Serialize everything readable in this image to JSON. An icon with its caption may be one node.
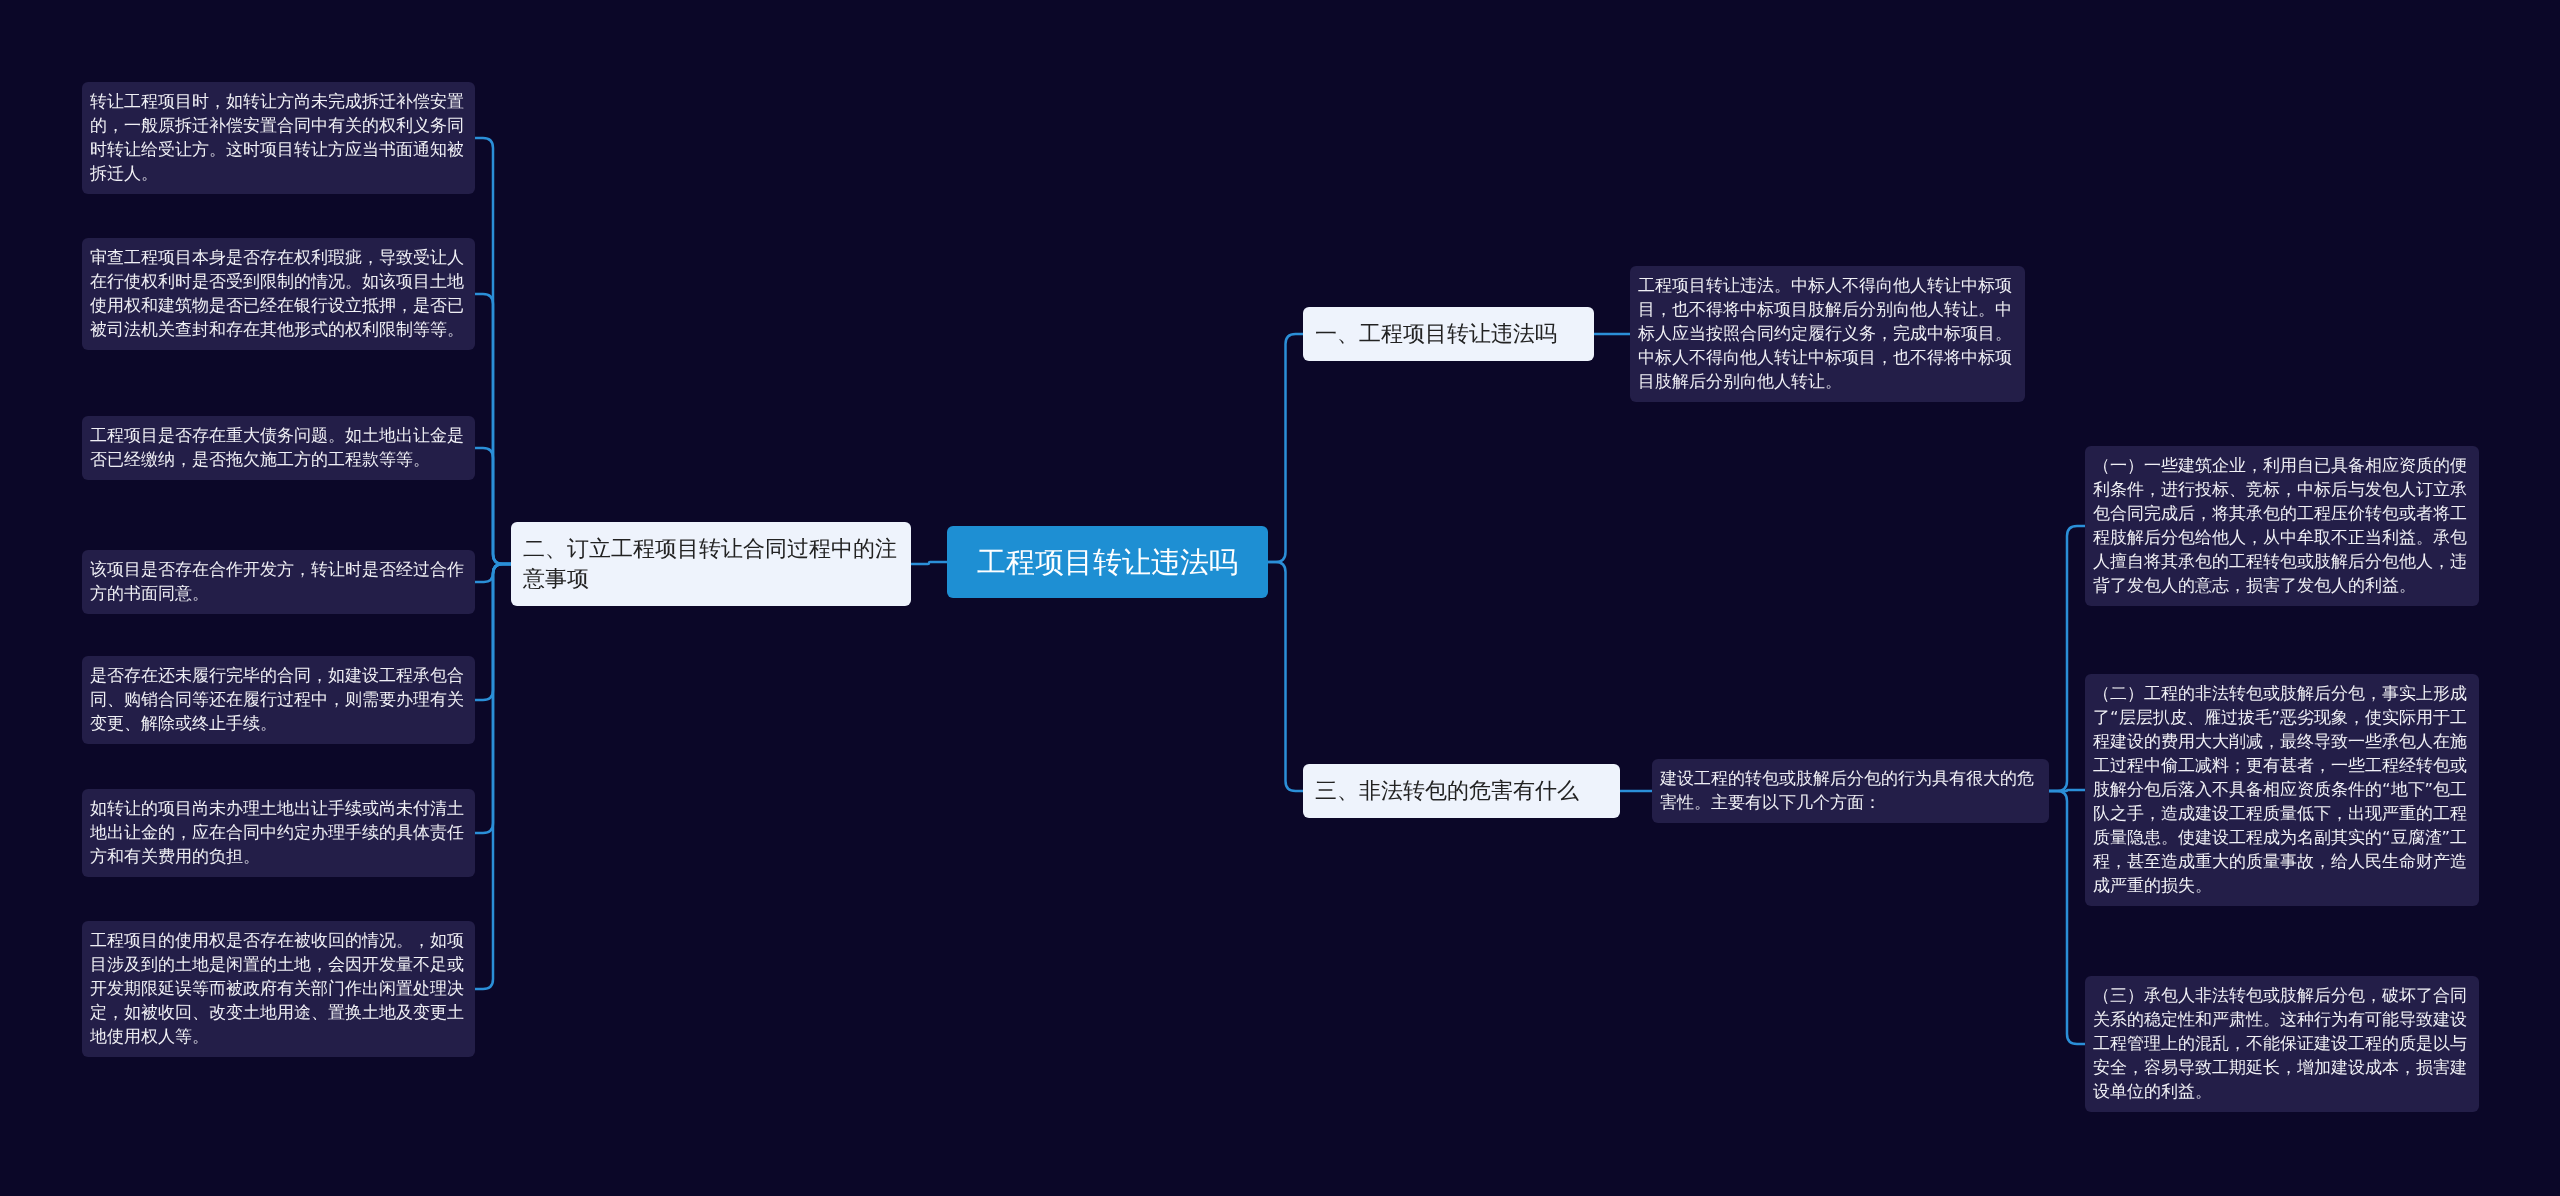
{
  "diagram": {
    "nodes": [
      {
        "text": [
          "工程项目转让违法吗"
        ]
      },
      {
        "text": [
          "一、工程项目转让违法吗"
        ]
      },
      {
        "text": [
          "工程项目转让违法。中标人不得向他人转让中标项目，也不得将中标项目肢解后分别向他人转让。中标人应当按照合同约定履行义务，完成中标项目。中标人不得向他人转让中标项目，也不得将中标项目肢解后分别向他人转让。"
        ]
      },
      {
        "text": [
          "二、订立工程项目转让合同过程中的注意事项"
        ]
      },
      {
        "text": [
          "转让工程项目时，如转让方尚未完成拆迁补偿安置的，一般原拆迁补偿安置合同中有关的权利义务同时转让给受让方。这时项目转让方应当书面通知被拆迁人。"
        ]
      },
      {
        "text": [
          "审查工程项目本身是否存在权利瑕疵，导致受让人在行使权利时是否受到限制的情况。如该项目土地使用权和建筑物是否已经在银行设立抵押，是否已被司法机关查封和存在其他形式的权利限制等等。"
        ]
      },
      {
        "text": [
          "工程项目是否存在重大债务问题。如土地出让金是否已经缴纳，是否拖欠施工方的工程款等等。"
        ]
      },
      {
        "text": [
          "该项目是否存在合作开发方，转让时是否经过合作方的书面同意。"
        ]
      },
      {
        "text": [
          "是否存在还未履行完毕的合同，如建设工程承包合同、购销合同等还在履行过程中，则需要办理有关变更、解除或终止手续。"
        ]
      },
      {
        "text": [
          "如转让的项目尚未办理土地出让手续或尚未付清土地出让金的，应在合同中约定办理手续的具体责任方和有关费用的负担。"
        ]
      },
      {
        "text": [
          "工程项目的使用权是否存在被收回的情况。，如项目涉及到的土地是闲置的土地，会因开发量不足或开发期限延误等而被政府有关部门作出闲置处理决定，如被收回、改变土地用途、置换土地及变更土地使用权人等。"
        ]
      },
      {
        "text": [
          "三、非法转包的危害有什么"
        ]
      },
      {
        "text": [
          "建设工程的转包或肢解后分包的行为具有很大的危害性。主要有以下几个方面："
        ]
      },
      {
        "text": [
          "（一）一些建筑企业，利用自已具备相应资质的便利条件，进行投标、竞标，中标后与发包人订立承包合同完成后，将其承包的工程压价转包或者将工程肢解后分包给他人，从中牟取不正当利益。承包人擅自将其承包的工程转包或肢解后分包他人，违背了发包人的意志，损害了发包人的利益。"
        ]
      },
      {
        "text": [
          "（二）工程的非法转包或肢解后分包，事实上形成了“层层扒皮、雁过拔毛”恶劣现象，使实际用于工程建设的费用大大削减，最终导致一些承包人在施工过程中偷工减料；更有甚者，一些工程经转包或肢解分包后落入不具备相应资质条件的“地下”包工队之手，造成建设工程质量低下，出现严重的工程质量隐患。使建设工程成为名副其实的“豆腐渣”工程，甚至造成重大的质量事故，给人民生命财产造成严重的损失。"
        ]
      },
      {
        "text": [
          "（三）承包人非法转包或肢解后分包，破坏了合同关系的稳定性和严肃性。这种行为有可能导致建设工程管理上的混乱，不能保证建设工程的质是以与安全，容易导致工期延长，增加建设成本，损害建设单位的利益。"
        ]
      }
    ],
    "edges": [
      {
        "from": 0,
        "to": 1,
        "arrow": "none"
      },
      {
        "from": 1,
        "to": 2,
        "arrow": "none"
      },
      {
        "from": 0,
        "to": 3,
        "arrow": "none"
      },
      {
        "from": 3,
        "to": 4,
        "arrow": "none"
      },
      {
        "from": 3,
        "to": 5,
        "arrow": "none"
      },
      {
        "from": 3,
        "to": 6,
        "arrow": "none"
      },
      {
        "from": 3,
        "to": 7,
        "arrow": "none"
      },
      {
        "from": 3,
        "to": 8,
        "arrow": "none"
      },
      {
        "from": 3,
        "to": 9,
        "arrow": "none"
      },
      {
        "from": 3,
        "to": 10,
        "arrow": "none"
      },
      {
        "from": 0,
        "to": 11,
        "arrow": "none"
      },
      {
        "from": 11,
        "to": 12,
        "arrow": "none"
      },
      {
        "from": 12,
        "to": 13,
        "arrow": "none"
      },
      {
        "from": 12,
        "to": 14,
        "arrow": "none"
      },
      {
        "from": 12,
        "to": 15,
        "arrow": "none"
      }
    ]
  }
}
